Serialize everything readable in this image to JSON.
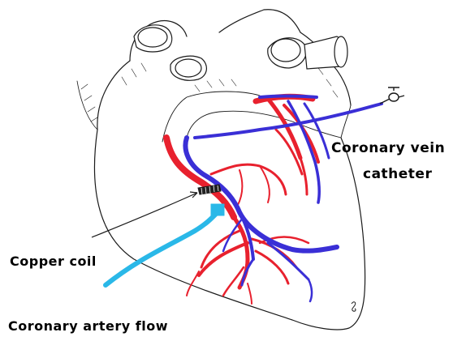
{
  "labels": {
    "vein_catheter_line1": "Coronary vein",
    "vein_catheter_line2": "catheter",
    "copper_coil": "Copper coil",
    "artery_flow": "Coronary artery flow"
  },
  "colors": {
    "artery": "#e8212e",
    "vein": "#3a2fd6",
    "flow_probe": "#2ab8e8",
    "outline": "#1a1a1a"
  }
}
